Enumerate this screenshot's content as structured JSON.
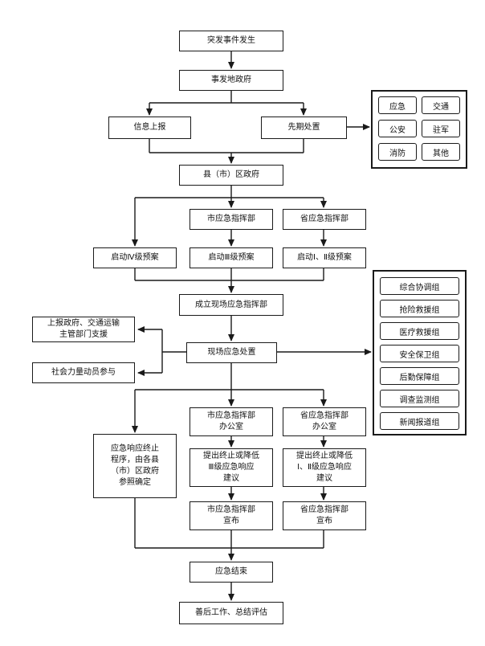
{
  "nodes": {
    "event": "突发事件发生",
    "local_gov": "事发地政府",
    "info_report": "信息上报",
    "first_response": "先期处置",
    "county_gov": "县（市）区政府",
    "city_cmd": "市应急指挥部",
    "prov_cmd": "省应急指挥部",
    "plan_iv": "启动Ⅳ级预案",
    "plan_iii": "启动Ⅲ级预案",
    "plan_i_ii": "启动Ⅰ、Ⅱ级预案",
    "field_cmd": "成立现场应急指挥部",
    "gov_support": "上报政府、交通运输\n主管部门支援",
    "social": "社会力量动员参与",
    "field_disposal": "现场应急处置",
    "city_office": "市应急指挥部\n办公室",
    "prov_office": "省应急指挥部\n办公室",
    "termination_rule": "应急响应终止\n程序，由各县\n（市）区政府\n参照确定",
    "city_propose": "提出终止或降低\nⅢ级应急响应\n建议",
    "prov_propose": "提出终止或降低\nⅠ、Ⅱ级应急响应\n建议",
    "city_announce": "市应急指挥部\n宣布",
    "prov_announce": "省应急指挥部\n宣布",
    "end": "应急结束",
    "aftermath": "善后工作、总结评估"
  },
  "first_response_units": [
    "应急",
    "交通",
    "公安",
    "驻军",
    "消防",
    "其他"
  ],
  "field_groups": [
    "综合协调组",
    "抢险救援组",
    "医疗救援组",
    "安全保卫组",
    "后勤保障组",
    "调查监测组",
    "新闻报道组"
  ]
}
